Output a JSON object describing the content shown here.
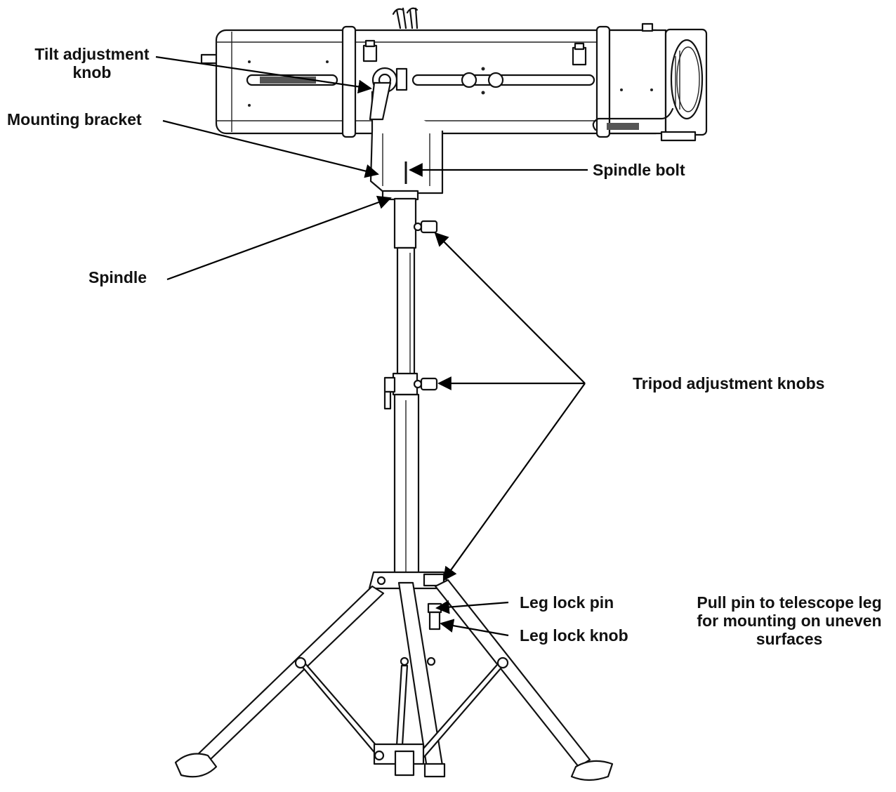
{
  "labels": {
    "tilt_knob": "Tilt adjustment\nknob",
    "mounting_bracket": "Mounting bracket",
    "spindle_bolt": "Spindle bolt",
    "spindle": "Spindle",
    "tripod_knobs": "Tripod adjustment knobs",
    "leg_lock_pin": "Leg lock pin",
    "leg_lock_knob": "Leg lock knob",
    "pull_pin_note": "Pull pin to telescope leg\nfor mounting on uneven\nsurfaces"
  },
  "colors": {
    "line": "#111111",
    "text": "#111111",
    "background": "#ffffff"
  }
}
